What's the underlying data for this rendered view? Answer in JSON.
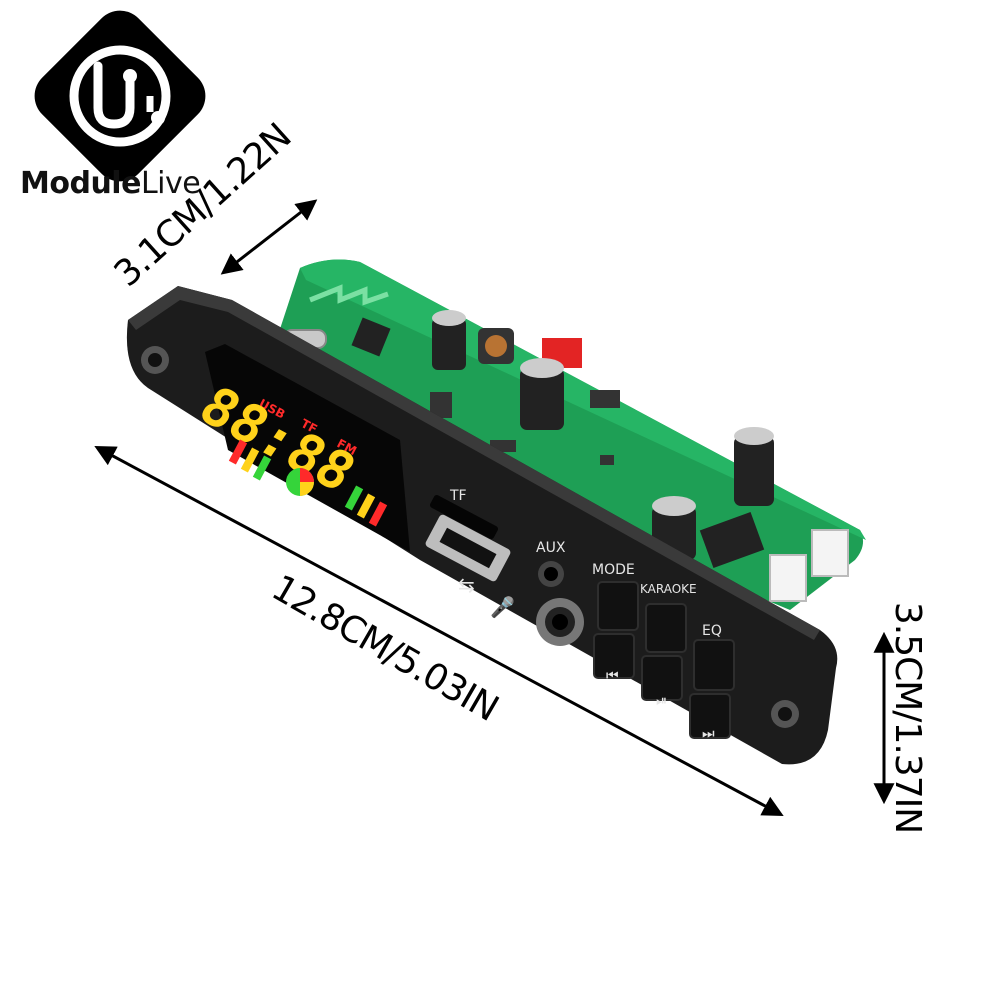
{
  "brand": {
    "logo_icon": "circuit-loop-logo",
    "name_bold": "Module",
    "name_light": "Live"
  },
  "dimensions": {
    "width": "3.1CM/1.22N",
    "length": "12.8CM/5.03IN",
    "height": "3.5CM/1.37IN"
  },
  "display": {
    "indicators": [
      "USB",
      "TF",
      "FM"
    ],
    "digits": "88:88"
  },
  "panel_labels": {
    "tf": "TF",
    "aux": "AUX",
    "mode": "MODE",
    "karaoke": "KARAOKE",
    "eq": "EQ"
  },
  "colors": {
    "pcb": "#1e9f55",
    "panel": "#1c1c1c",
    "display_red": "#ff2a2a",
    "display_yellow": "#ffd21a",
    "display_green": "#35d43a"
  }
}
